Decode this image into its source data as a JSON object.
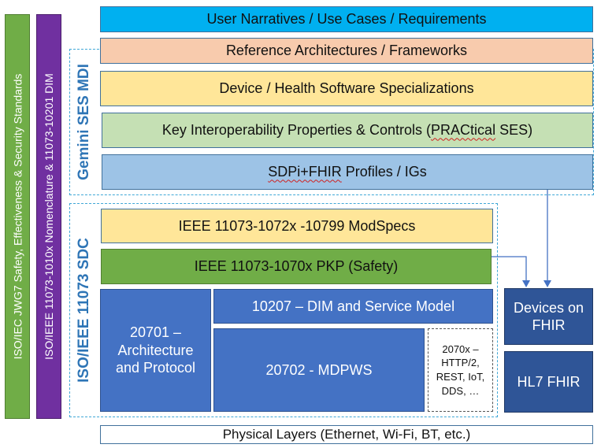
{
  "side_bars": {
    "iso_iec": "ISO/IEC JWG7 Safety, Effectiveness & Security Standards",
    "iso_ieee": "ISO/IEEE 11073-1010x Nomenclature & 11073-10201 DIM"
  },
  "groups": {
    "gemini": "Gemini SES MDI",
    "sdc": "ISO/IEEE 11073 SDC"
  },
  "layers": {
    "user_narratives": "User Narratives / Use Cases / Requirements",
    "reference_arch": "Reference Architectures / Frameworks",
    "device_specializations": "Device / Health Software Specializations",
    "key_interop_prefix": "Key Interoperability Properties & Controls (",
    "key_interop_squiggle": "PRACtical",
    "key_interop_suffix": " SES)",
    "profiles_squiggle": "SDPi+FHIR",
    "profiles_suffix": " Profiles / IGs",
    "modspecs": "IEEE 11073-1072x -10799  ModSpecs",
    "pkp": "IEEE 11073-1070x PKP (Safety)",
    "arch_protocol": "20701 – Architecture and Protocol",
    "dim_service": "10207 – DIM and Service Model",
    "mdpws": "20702 - MDPWS",
    "transports": "2070x – HTTP/2, REST, IoT, DDS, …",
    "devices_fhir": "Devices on FHIR",
    "hl7_fhir": "HL7 FHIR",
    "physical": "Physical Layers (Ethernet, Wi-Fi, BT, etc.)"
  },
  "colors": {
    "blue_top": "#00b0f0",
    "salmon": "#f8cbad",
    "yellow": "#ffe699",
    "light_green": "#c5e0b4",
    "light_blue": "#9dc3e6",
    "green": "#70ad47",
    "purple": "#7030a0",
    "mid_blue": "#4472c4",
    "dark_blue": "#2f5597",
    "group_text": "#2e75b6",
    "dashed": "#3fa7d6"
  }
}
